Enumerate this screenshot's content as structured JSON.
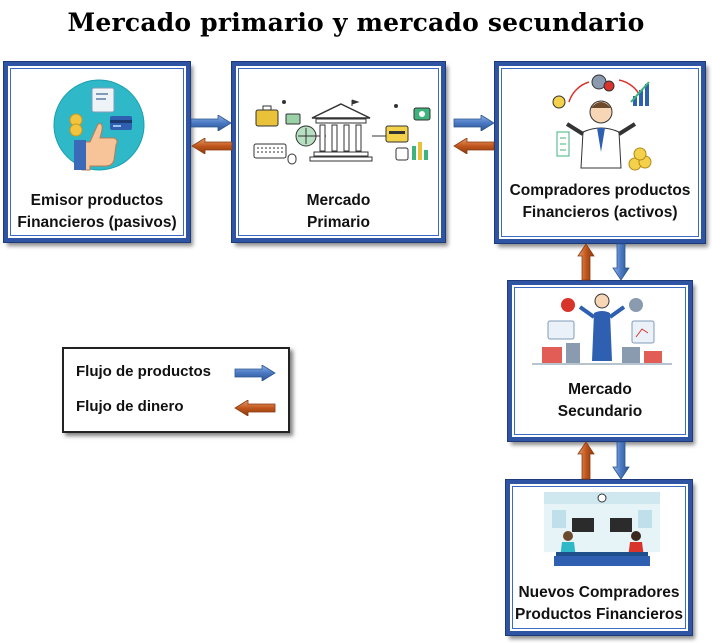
{
  "title": "Mercado primario y mercado secundario",
  "boxes": {
    "emisor": {
      "line1": "Emisor productos",
      "line2": "Financieros (pasivos)"
    },
    "primario": {
      "line1": "Mercado",
      "line2": "Primario"
    },
    "compradores": {
      "line1": "Compradores productos",
      "line2": "Financieros (activos)"
    },
    "secundario": {
      "line1": "Mercado",
      "line2": "Secundario"
    },
    "nuevos": {
      "line1": "Nuevos Compradores",
      "line2": "Productos Financieros"
    }
  },
  "legend": {
    "productos": "Flujo de productos",
    "dinero": "Flujo de dinero"
  },
  "colors": {
    "product_arrow": "#4a78c2",
    "money_arrow": "#c0561c",
    "box_border": "#2f54a3"
  },
  "icons": {
    "emisor": "thumbs-up-finance-icon",
    "primario": "bank-building-icon",
    "compradores": "businessman-investor-icon",
    "secundario": "financial-advisor-icon",
    "nuevos": "office-workers-icon"
  }
}
